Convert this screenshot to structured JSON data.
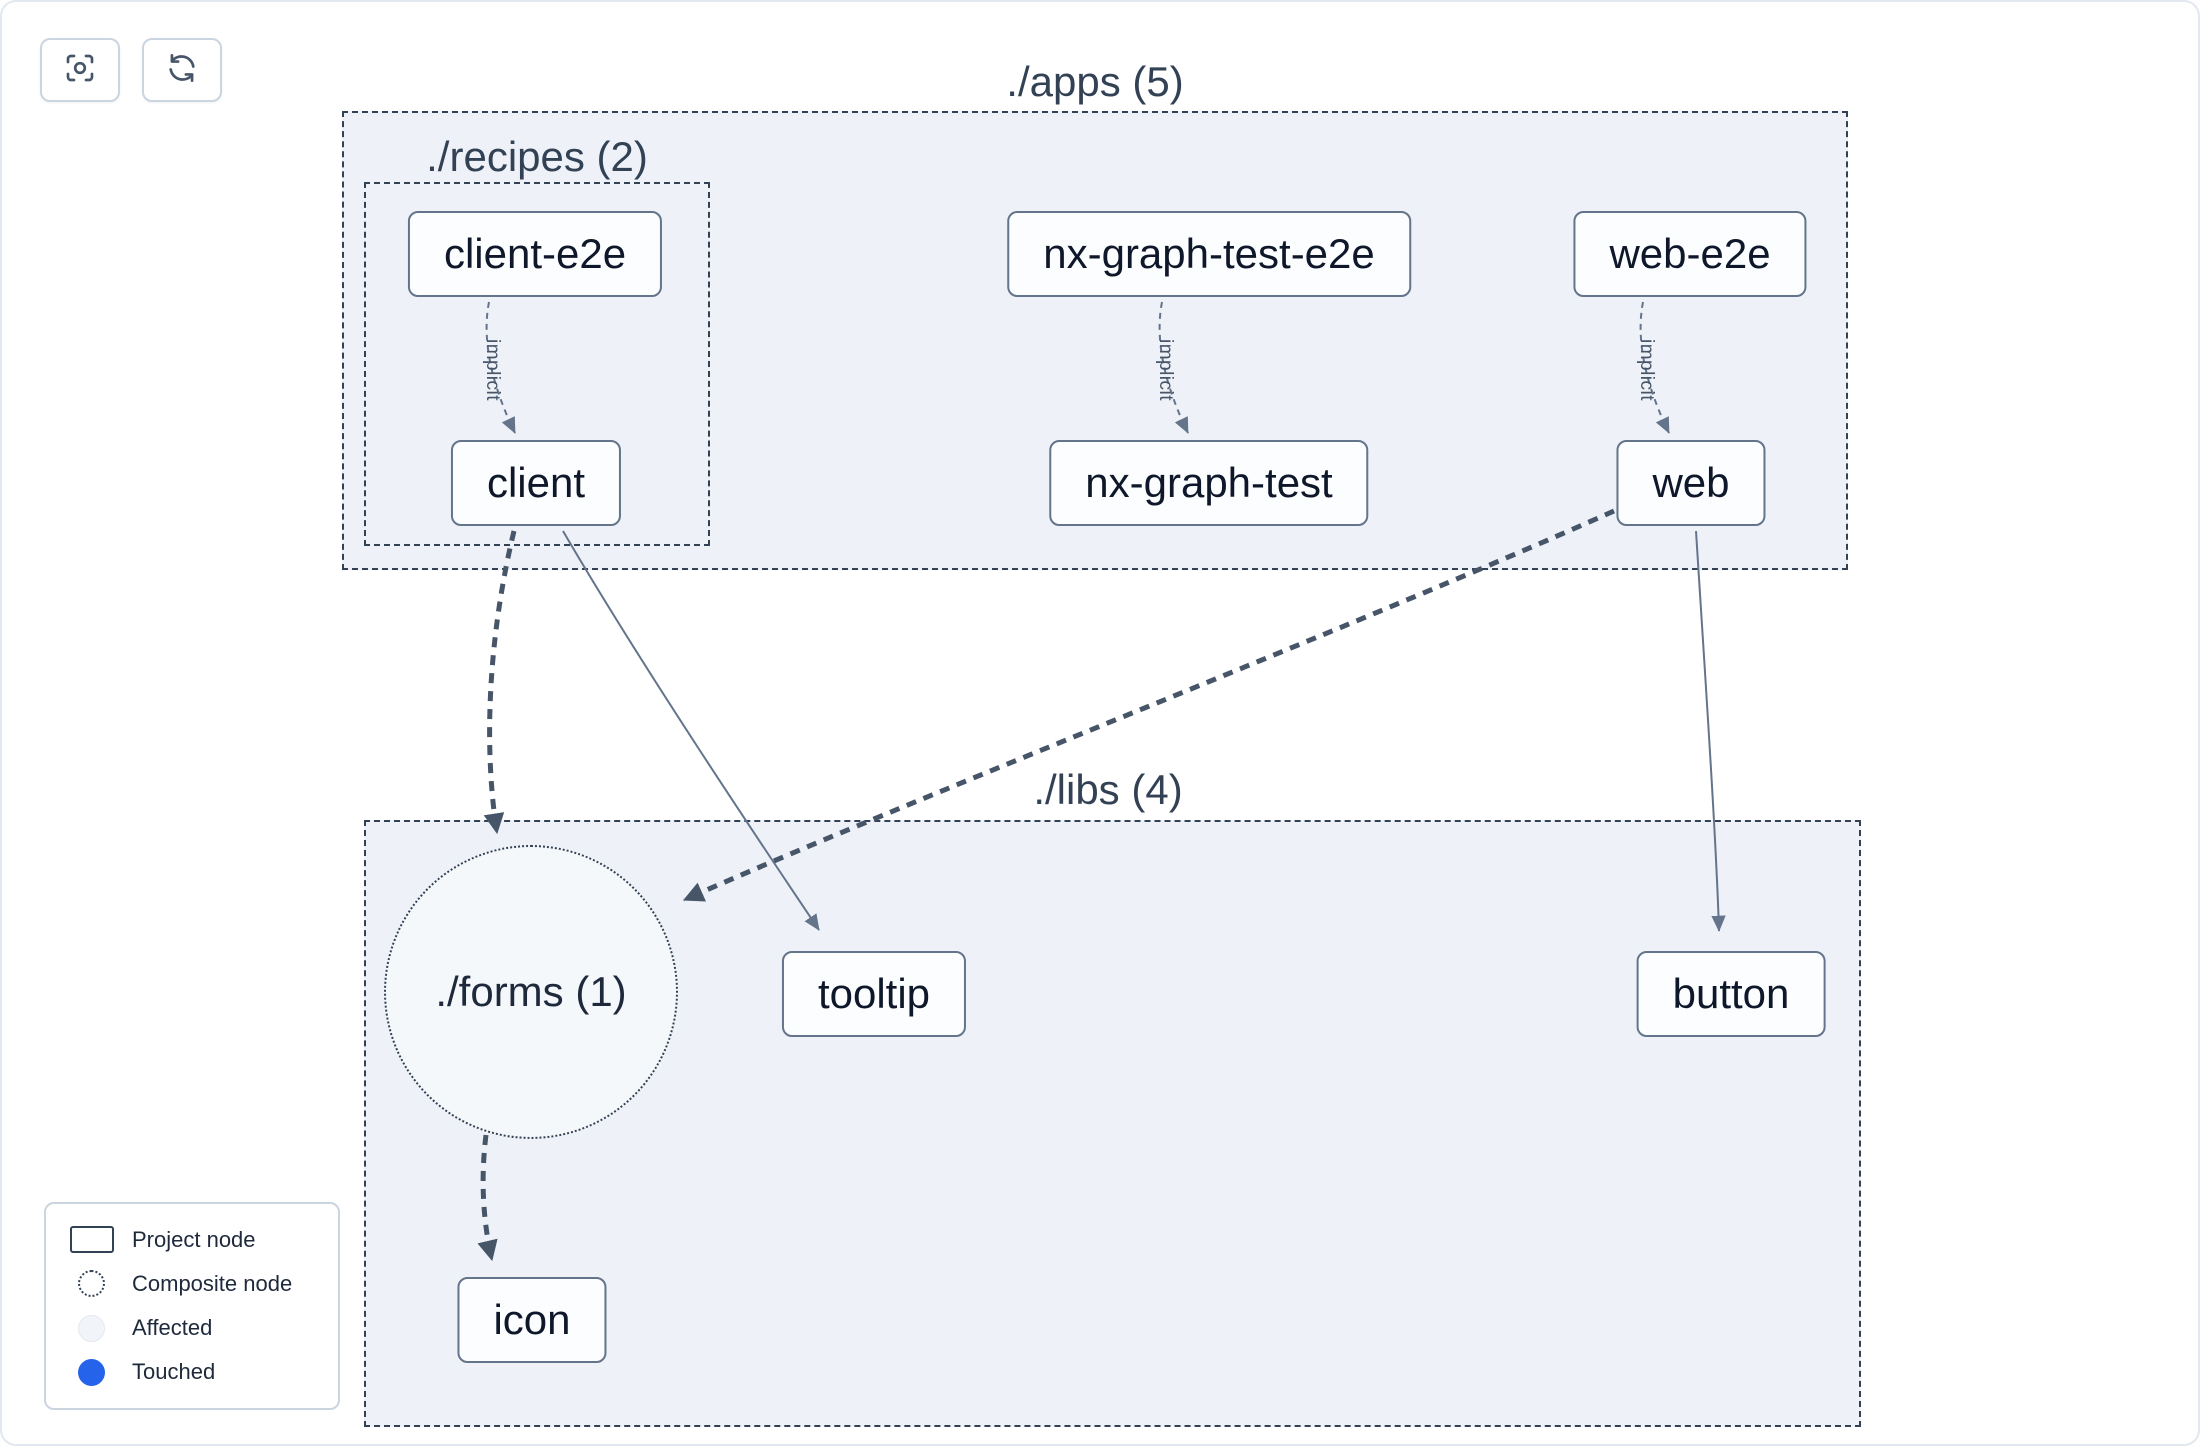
{
  "toolbar": {
    "buttons": [
      {
        "name": "focus",
        "icon": "crosshair-icon"
      },
      {
        "name": "refresh",
        "icon": "refresh-icon"
      }
    ]
  },
  "graph": {
    "groups": [
      {
        "id": "apps",
        "label": "./apps (5)"
      },
      {
        "id": "recipes",
        "label": "./recipes (2)"
      },
      {
        "id": "libs",
        "label": "./libs (4)"
      }
    ],
    "composite_nodes": [
      {
        "id": "forms",
        "label": "./forms (1)"
      }
    ],
    "nodes": [
      {
        "id": "client-e2e",
        "label": "client-e2e",
        "group": "recipes"
      },
      {
        "id": "nx-graph-test-e2e",
        "label": "nx-graph-test-e2e",
        "group": "apps"
      },
      {
        "id": "web-e2e",
        "label": "web-e2e",
        "group": "apps"
      },
      {
        "id": "client",
        "label": "client",
        "group": "recipes"
      },
      {
        "id": "nx-graph-test",
        "label": "nx-graph-test",
        "group": "apps"
      },
      {
        "id": "web",
        "label": "web",
        "group": "apps"
      },
      {
        "id": "tooltip",
        "label": "tooltip",
        "group": "libs"
      },
      {
        "id": "button",
        "label": "button",
        "group": "libs"
      },
      {
        "id": "icon",
        "label": "icon",
        "group": "libs"
      }
    ],
    "edges": [
      {
        "from": "client-e2e",
        "to": "client",
        "label": "implicit",
        "style": "dashed-thin"
      },
      {
        "from": "nx-graph-test-e2e",
        "to": "nx-graph-test",
        "label": "implicit",
        "style": "dashed-thin"
      },
      {
        "from": "web-e2e",
        "to": "web",
        "label": "implicit",
        "style": "dashed-thin"
      },
      {
        "from": "client",
        "to": "./forms (1)",
        "style": "dashed-thick"
      },
      {
        "from": "client",
        "to": "tooltip",
        "style": "solid"
      },
      {
        "from": "web",
        "to": "./forms (1)",
        "style": "dashed-thick"
      },
      {
        "from": "web",
        "to": "button",
        "style": "solid"
      },
      {
        "from": "./forms (1)",
        "to": "icon",
        "style": "dashed-thick"
      }
    ]
  },
  "legend": {
    "items": [
      {
        "label": "Project node",
        "icon": "project-node-icon"
      },
      {
        "label": "Composite node",
        "icon": "composite-node-icon"
      },
      {
        "label": "Affected",
        "icon": "affected-icon"
      },
      {
        "label": "Touched",
        "icon": "touched-icon"
      }
    ]
  },
  "colors": {
    "group_fill": "#eef2f8",
    "group_border": "#334155",
    "node_fill": "#fbfdfe",
    "node_border": "#64748b",
    "edge_solid": "#64748b",
    "edge_dashed": "#475569",
    "touched_blue": "#2563eb"
  }
}
